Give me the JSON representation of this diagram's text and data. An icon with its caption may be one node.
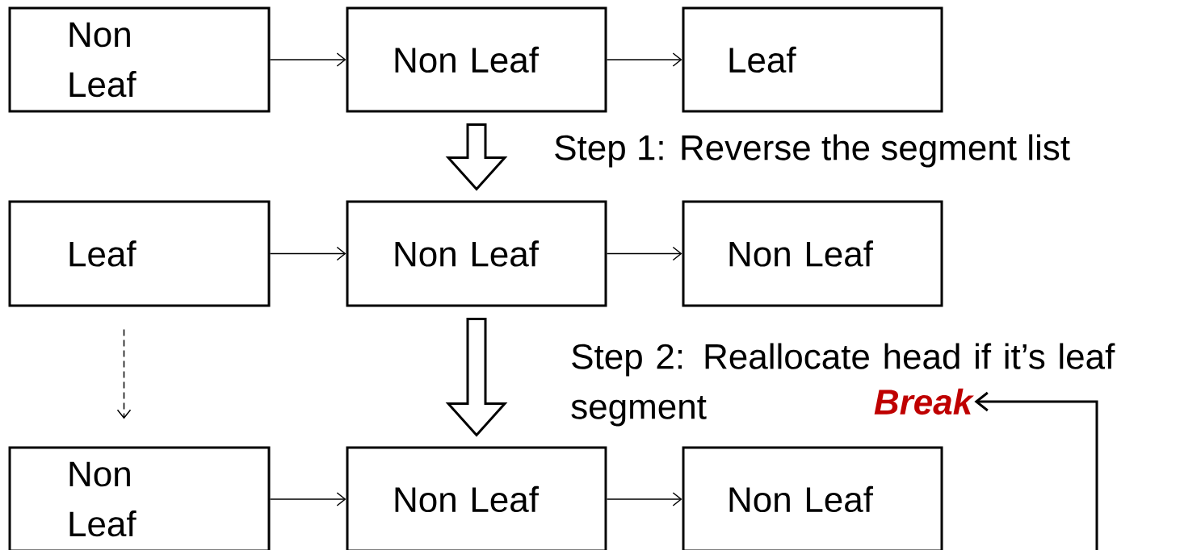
{
  "diagram": {
    "nodes": [
      {
        "text": [
          "Non Leaf"
        ]
      },
      {
        "text": [
          "Non Leaf"
        ]
      },
      {
        "text": [
          "Leaf"
        ]
      },
      {
        "text": [
          "Leaf"
        ]
      },
      {
        "text": [
          "Non Leaf"
        ]
      },
      {
        "text": [
          "Non Leaf"
        ]
      },
      {
        "text": [
          "Non Leaf"
        ]
      },
      {
        "text": [
          "Non Leaf"
        ]
      },
      {
        "text": [
          "Non Leaf"
        ]
      },
      {
        "text": [
          "Break"
        ]
      }
    ],
    "edges": [
      {
        "from": 0,
        "to": 1,
        "arrow": "to"
      },
      {
        "from": 1,
        "to": 2,
        "arrow": "to"
      },
      {
        "from": 1,
        "to": 4,
        "arrow": "to",
        "style": "thick"
      },
      {
        "from": 3,
        "to": 4,
        "arrow": "to"
      },
      {
        "from": 4,
        "to": 5,
        "arrow": "to"
      },
      {
        "from": 3,
        "to": 6,
        "arrow": "to",
        "style": "dashed"
      },
      {
        "from": 4,
        "to": 7,
        "arrow": "to",
        "style": "thick"
      },
      {
        "from": 6,
        "to": 7,
        "arrow": "to"
      },
      {
        "from": 7,
        "to": 8,
        "arrow": "to"
      },
      {
        "from": null,
        "to": 9,
        "arrow": "to"
      }
    ],
    "labels": [
      "Step 1: Reverse the segment list",
      "Step 2: Reallocate head if it’s leaf segment"
    ]
  }
}
